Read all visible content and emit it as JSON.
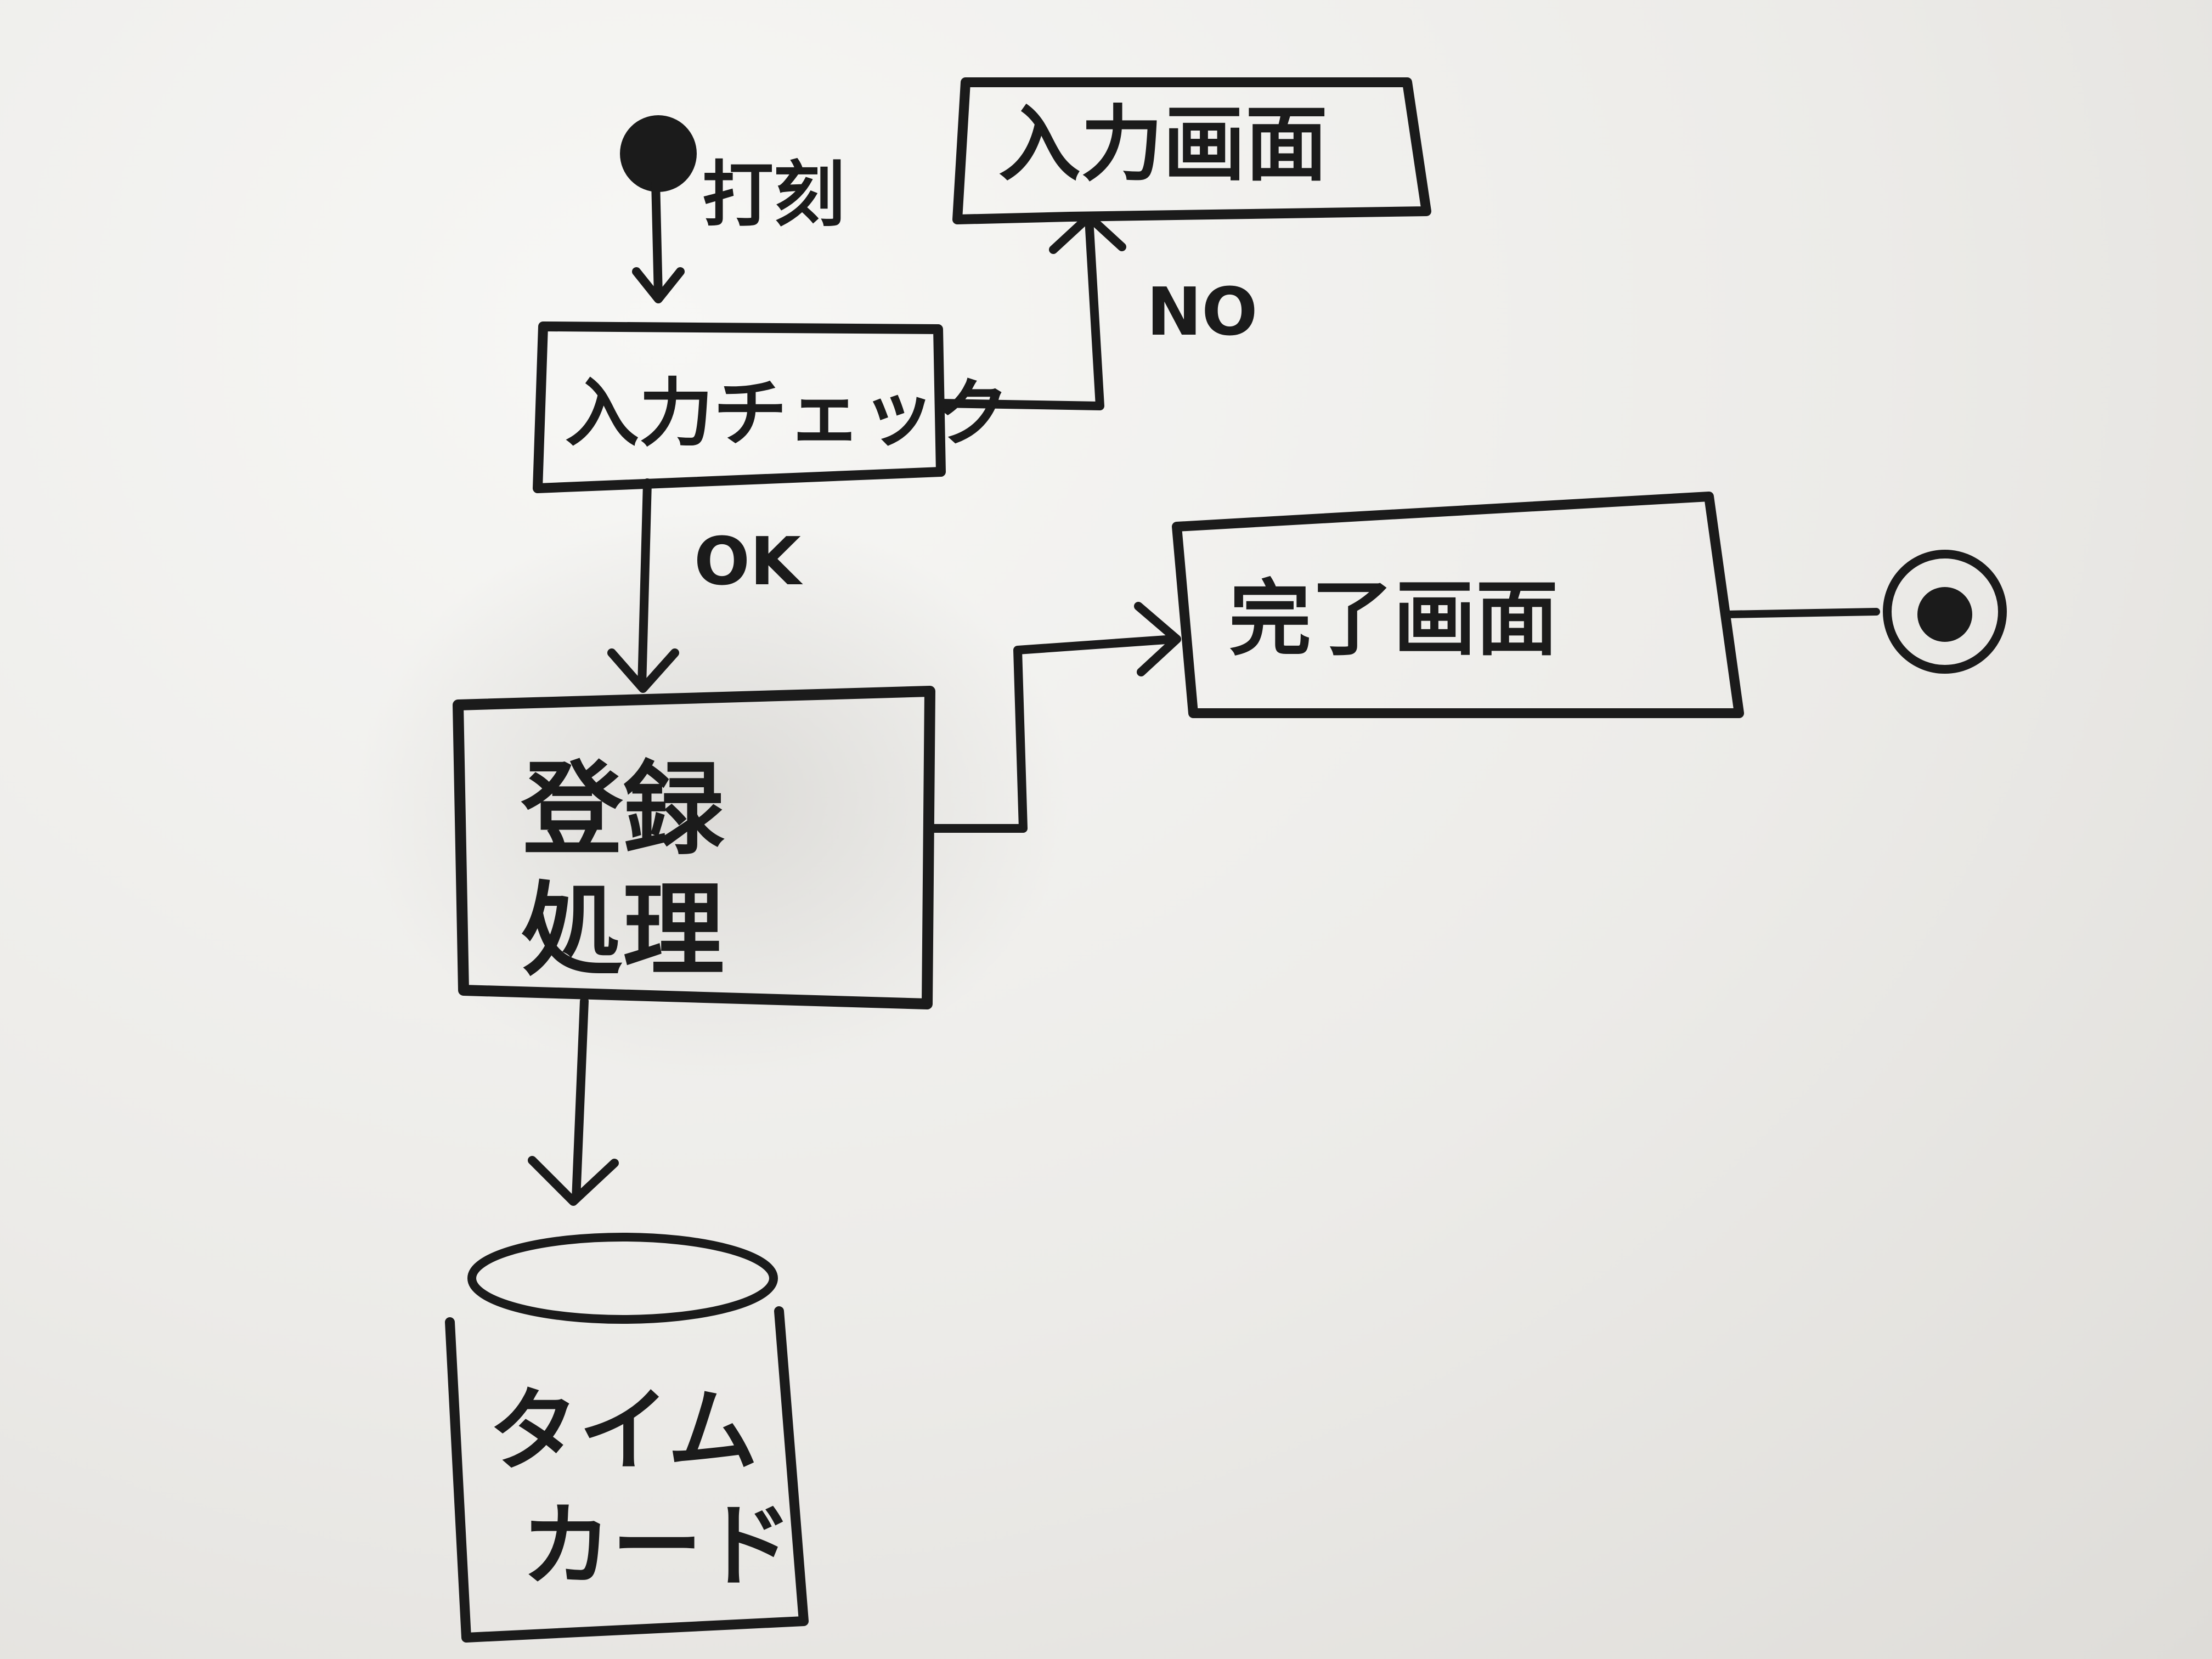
{
  "diagram": {
    "nodes": {
      "start": {
        "kind": "start"
      },
      "input_screen": {
        "label": "入力画面"
      },
      "input_check": {
        "label": "入力チェック"
      },
      "registration": {
        "label_line1": "登録",
        "label_line2": "処理"
      },
      "complete_screen": {
        "label": "完了画面"
      },
      "timecard": {
        "label_line1": "タイム",
        "label_line2": "カード"
      },
      "end": {
        "kind": "end"
      }
    },
    "edges": {
      "punch": {
        "label": "打刻"
      },
      "no": {
        "label": "NO"
      },
      "ok": {
        "label": "OK"
      }
    },
    "colors": {
      "ink": "#1b1b1b",
      "board": "#efeeec"
    }
  }
}
